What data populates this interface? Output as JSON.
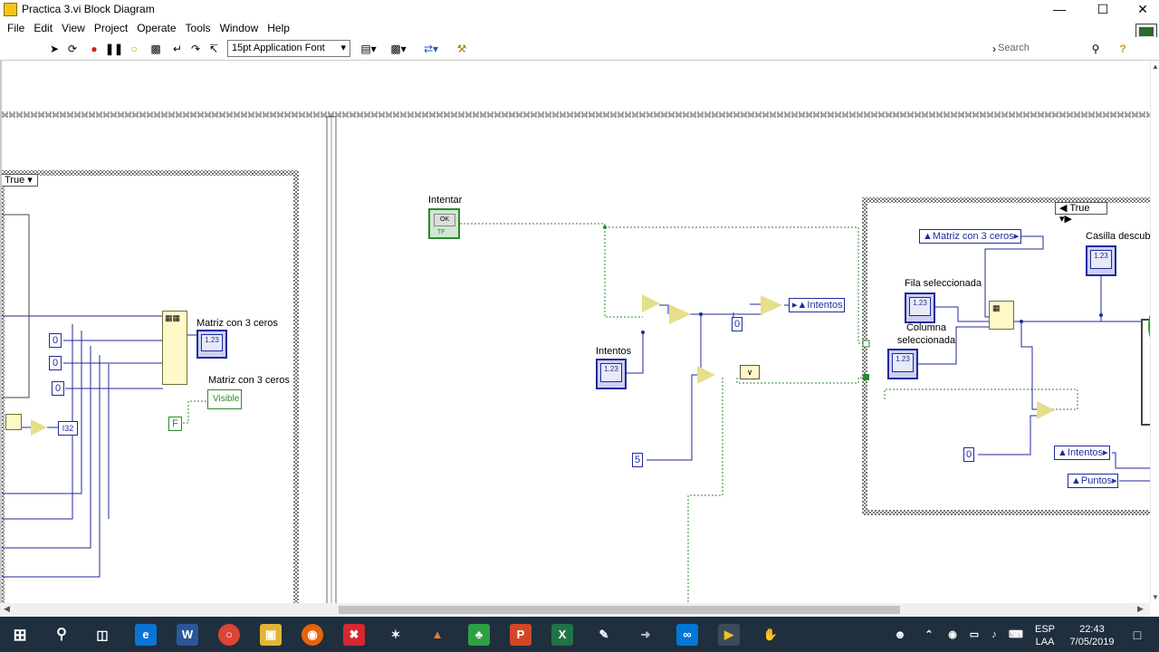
{
  "window": {
    "title": "Practica 3.vi Block Diagram"
  },
  "menu": [
    "File",
    "Edit",
    "View",
    "Project",
    "Operate",
    "Tools",
    "Window",
    "Help"
  ],
  "toolbar": {
    "font": "15pt Application Font",
    "search_placeholder": "Search"
  },
  "diagram": {
    "left_case": "True",
    "right_case": "True",
    "labels": {
      "matriz1": "Matriz con 3 ceros",
      "matriz2": "Matriz con 3 ceros",
      "intentar": "Intentar",
      "intentos": "Intentos",
      "fila": "Fila seleccionada",
      "columna": "Columna seleccionada",
      "casilla": "Casilla descub"
    },
    "constants": {
      "c0a": "0",
      "c0b": "0",
      "c0c": "0",
      "c0d": "0",
      "c0e": "0",
      "c5": "5",
      "cF": "F",
      "i32": "I32"
    },
    "locals": {
      "visible": "Visible",
      "intentos_top": "Intentos",
      "matriz_local": "Matriz con 3 ceros",
      "intentos_right": "Intentos",
      "puntos": "Puntos"
    },
    "ind_text": "1.23",
    "ok_text": "OK",
    "tf_text": "TF"
  },
  "taskbar": {
    "lang1": "ESP",
    "lang2": "LAA",
    "time": "22:43",
    "date": "7/05/2019"
  }
}
